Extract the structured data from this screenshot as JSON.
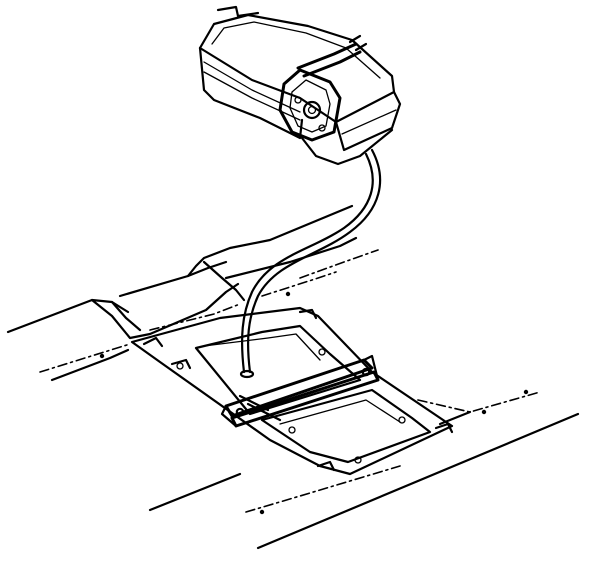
{
  "diagram": {
    "type": "exploded-assembly-line-drawing",
    "parts": [
      "fuel-tank",
      "fuel-line",
      "floor-panel",
      "tank-mounting-frame",
      "mounting-strap"
    ],
    "colors": {
      "ink": "#000000",
      "paper": "#ffffff"
    }
  }
}
